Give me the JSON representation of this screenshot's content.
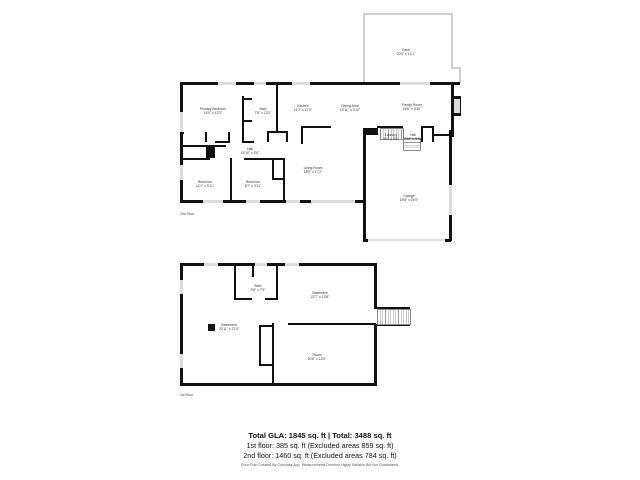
{
  "upper_floor": {
    "floor_label": "2nd Floor",
    "rooms": [
      {
        "name": "Deck",
        "dims": "20'0\" x 14'1\""
      },
      {
        "name": "Primary Bedroom",
        "dims": "14'0\" x 13'2\""
      },
      {
        "name": "Bath",
        "dims": "7'8\" x 13'2\""
      },
      {
        "name": "Kitchen",
        "dims": "11'7\" x 12'0\""
      },
      {
        "name": "Dining Area",
        "dims": "10'11\" x 9'10\""
      },
      {
        "name": "Family Room",
        "dims": "16'6\" x 8'10\""
      },
      {
        "name": "Hall",
        "dims": "15'10\" x 4'0\""
      },
      {
        "name": "Living Room",
        "dims": "18'0\" x 17'2\""
      },
      {
        "name": "Bedroom",
        "dims": "11'1\" x 9'11\""
      },
      {
        "name": "Bedroom",
        "dims": "8'7\" x 9'11\""
      },
      {
        "name": "Laundry",
        "dims": "5'0\" x 3'9\""
      },
      {
        "name": "Hall",
        "dims": "3'10\" x 3'11\""
      },
      {
        "name": "Garage",
        "dims": "19'8\" x 24'0\""
      }
    ]
  },
  "lower_floor": {
    "floor_label": "1st Floor",
    "rooms": [
      {
        "name": "Bath",
        "dims": "9'6\" x 7'9\""
      },
      {
        "name": "Basement",
        "dims": "22'7\" x 13'8\""
      },
      {
        "name": "Basement",
        "dims": "20'11\" x 27'0\""
      },
      {
        "name": "Room",
        "dims": "20'8\" x 13'0\""
      }
    ]
  },
  "summary": {
    "total_line": "Total GLA: 1845 sq. ft | Total: 3488 sq. ft",
    "first_floor": "1st floor: 385 sq. ft (Excluded areas 859 sq. ft)",
    "second_floor": "2nd floor: 1460 sq. ft (Excluded areas 784 sq. ft)",
    "disclaimer": "Floor Plan Created By Cubicasa App. Measurements Deemed Highly Reliable But Not Guaranteed."
  }
}
